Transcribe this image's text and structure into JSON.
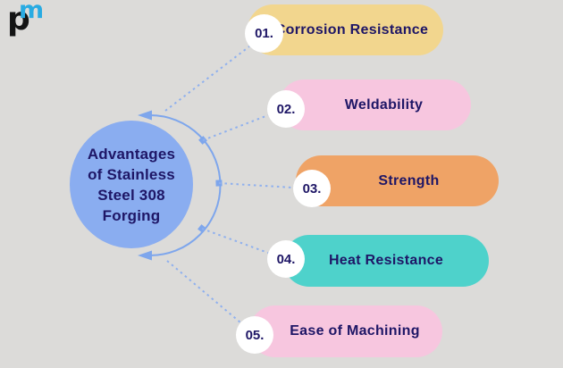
{
  "logo": {
    "p": "p",
    "m": "m"
  },
  "center": {
    "title": "Advantages of Stainless Steel 308 Forging",
    "title_lines": [
      "Advantages",
      "of Stainless",
      "Steel 308",
      "Forging"
    ]
  },
  "items": [
    {
      "number": "01.",
      "label": "Corrosion Resistance",
      "color": "#f2d68e"
    },
    {
      "number": "02.",
      "label": "Weldability",
      "color": "#f7c6df"
    },
    {
      "number": "03.",
      "label": "Strength",
      "color": "#efa366"
    },
    {
      "number": "04.",
      "label": "Heat Resistance",
      "color": "#4ed2cb"
    },
    {
      "number": "05.",
      "label": "Ease of Machining",
      "color": "#f7c6df"
    }
  ],
  "palette": {
    "background": "#dcdbd9",
    "center_circle": "#8aadf0",
    "connector_blue": "#7ea6ec",
    "dotted_blue": "#8fb0ee",
    "text_navy": "#1e1666",
    "badge_bg": "#ffffff",
    "logo_blue": "#29abe2",
    "logo_black": "#141414"
  }
}
